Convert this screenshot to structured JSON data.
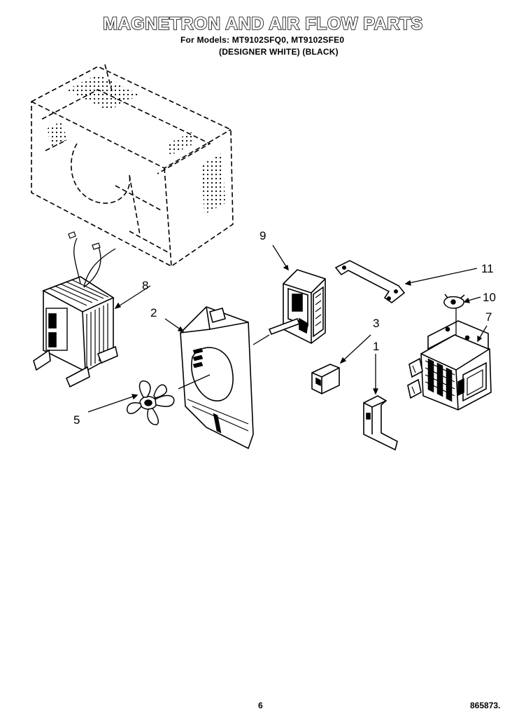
{
  "header": {
    "title": "MAGNETRON AND AIR FLOW PARTS",
    "models_line": "For Models: MT9102SFQ0, MT9102SFE0",
    "finish_line": "(DESIGNER WHITE)  (BLACK)"
  },
  "callouts": {
    "c1": "1",
    "c2": "2",
    "c3": "3",
    "c5": "5",
    "c7": "7",
    "c8": "8",
    "c9": "9",
    "c10": "10",
    "c11": "11"
  },
  "footer": {
    "page_number": "6",
    "doc_number": "865873."
  }
}
